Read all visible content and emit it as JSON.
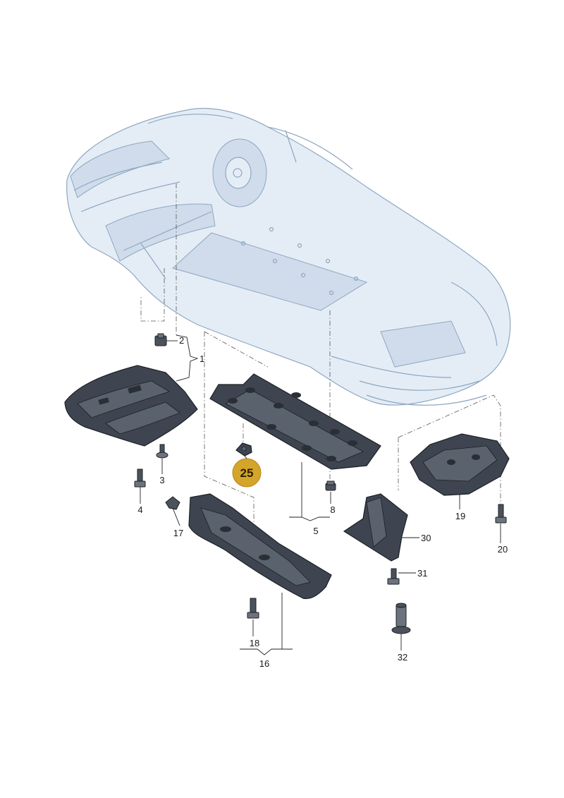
{
  "callouts": {
    "c1": "1",
    "c2": "2",
    "c3": "3",
    "c4": "4",
    "c5": "5",
    "c8": "8",
    "c16": "16",
    "c17": "17",
    "c18": "18",
    "c19": "19",
    "c20": "20",
    "c30": "30",
    "c31": "31",
    "c32": "32"
  },
  "highlight": {
    "label": "25",
    "color": "#d4a52a"
  },
  "colors": {
    "vehicle_outline": "#8ea7c0",
    "vehicle_fill": "#e4edf6",
    "part_fill": "#3e4550"
  }
}
